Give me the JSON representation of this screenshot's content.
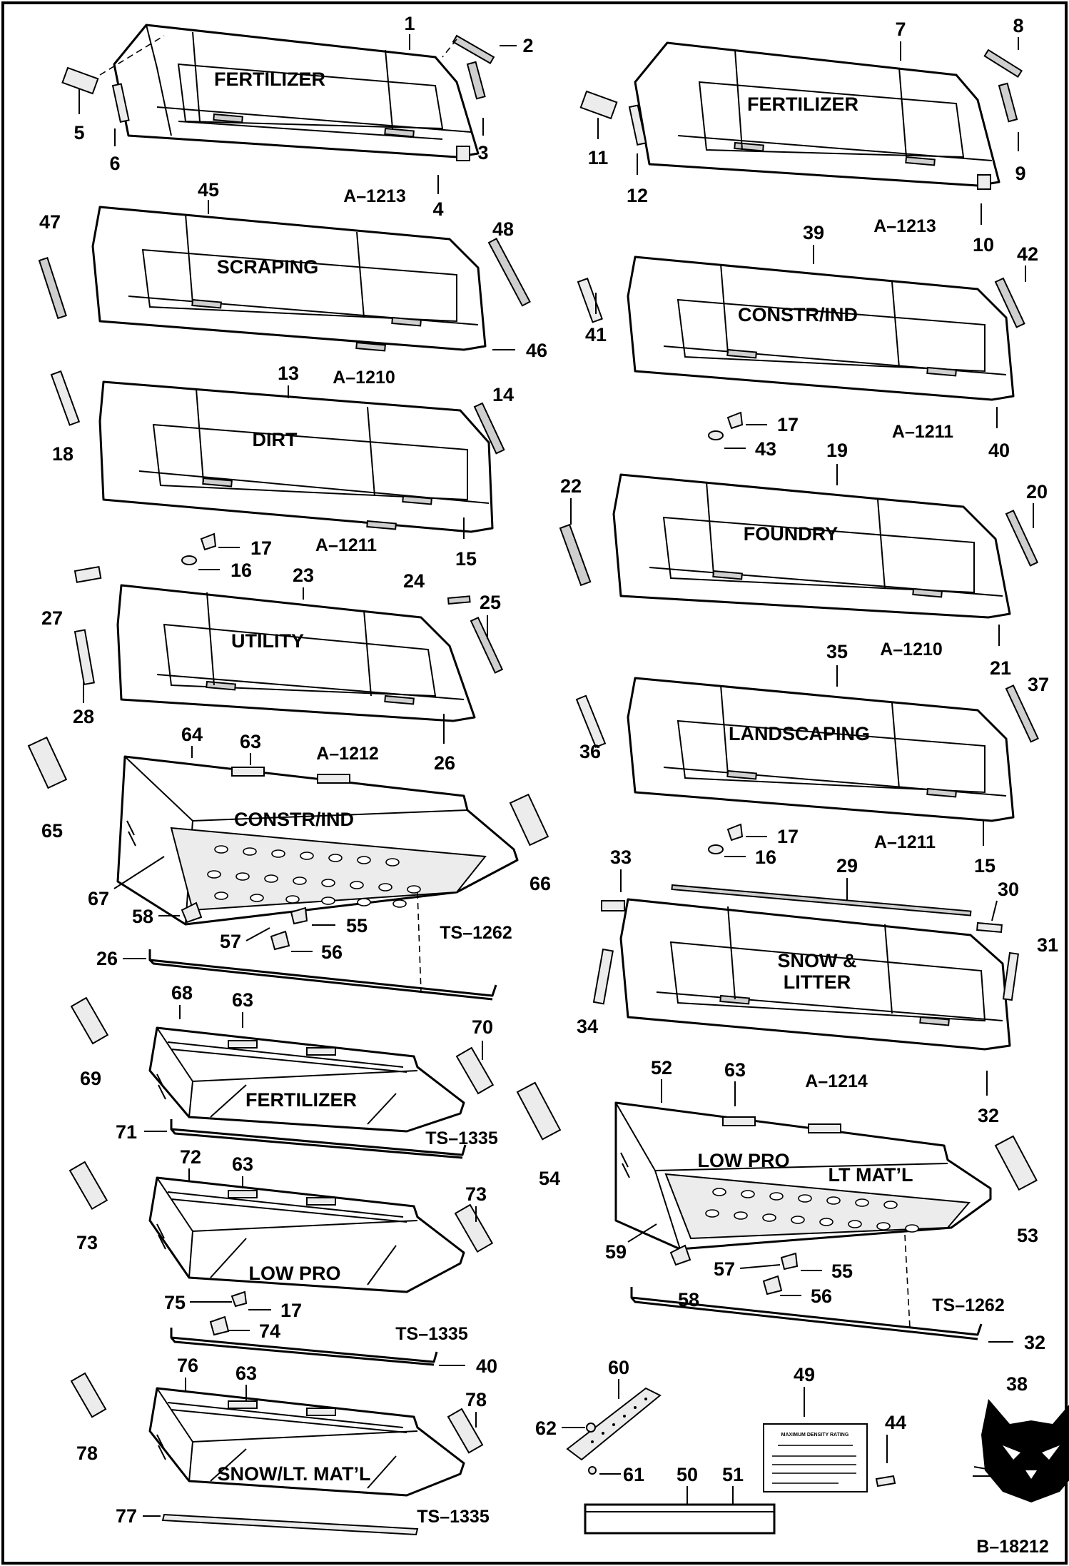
{
  "buckets": [
    {
      "id": "fertilizer-left",
      "name": "FERTILIZER",
      "ref": "A–1213",
      "parts": [
        "1",
        "2",
        "3",
        "4",
        "5",
        "6"
      ]
    },
    {
      "id": "fertilizer-right",
      "name": "FERTILIZER",
      "ref": "A–1213",
      "parts": [
        "7",
        "8",
        "9",
        "10",
        "11",
        "12"
      ]
    },
    {
      "id": "scraping",
      "name": "SCRAPING",
      "ref": "A–1210",
      "parts": [
        "45",
        "46",
        "47",
        "48"
      ]
    },
    {
      "id": "constr-ind-top",
      "name": "CONSTR/IND",
      "ref": "A–1211",
      "parts": [
        "39",
        "40",
        "41",
        "42",
        "17",
        "43"
      ]
    },
    {
      "id": "dirt",
      "name": "DIRT",
      "ref": "A–1211",
      "parts": [
        "13",
        "14",
        "15",
        "18",
        "17",
        "16"
      ]
    },
    {
      "id": "foundry",
      "name": "FOUNDRY",
      "ref": "A–1210",
      "parts": [
        "19",
        "20",
        "21",
        "22"
      ]
    },
    {
      "id": "utility",
      "name": "UTILITY",
      "ref": "A–1212",
      "parts": [
        "23",
        "24",
        "25",
        "26",
        "27",
        "28"
      ]
    },
    {
      "id": "landscaping",
      "name": "LANDSCAPING",
      "ref": "A–1211",
      "parts": [
        "35",
        "36",
        "37",
        "15",
        "17",
        "16"
      ]
    },
    {
      "id": "constr-ind-lower",
      "name": "CONSTR/IND",
      "ref": "TS–1262",
      "parts": [
        "63",
        "64",
        "65",
        "66",
        "67",
        "58",
        "55",
        "57",
        "56",
        "26"
      ]
    },
    {
      "id": "snow-litter",
      "name_line1": "SNOW &",
      "name_line2": "LITTER",
      "ref": "A–1214",
      "parts": [
        "29",
        "30",
        "31",
        "32",
        "33",
        "34"
      ]
    },
    {
      "id": "fertilizer-low",
      "name": "FERTILIZER",
      "ref": "TS–1335",
      "parts": [
        "63",
        "68",
        "69",
        "70",
        "71"
      ]
    },
    {
      "id": "low-pro-lt-matl",
      "name_line1": "LOW PRO",
      "name_line2": "LT MAT’L",
      "ref": "TS–1262",
      "parts": [
        "52",
        "53",
        "54",
        "55",
        "56",
        "57",
        "58",
        "59",
        "63",
        "32"
      ]
    },
    {
      "id": "low-pro",
      "name": "LOW PRO",
      "ref": "TS–1335",
      "parts": [
        "63",
        "72",
        "73",
        "74",
        "75",
        "17",
        "40"
      ]
    },
    {
      "id": "snow-lt-matl",
      "name": "SNOW/LT. MAT’L",
      "ref": "TS–1335",
      "parts": [
        "63",
        "76",
        "77",
        "78"
      ]
    }
  ],
  "accessories": {
    "cutting_edge_parts": [
      "60",
      "61",
      "62"
    ],
    "decal_panel_part": "49",
    "decal_text": {
      "title": "MAXIMUM DENSITY RATING"
    },
    "bar_parts": [
      "50",
      "51"
    ],
    "bolt_part": "44",
    "logo_part": "38"
  },
  "drawing_number": "B–18212"
}
